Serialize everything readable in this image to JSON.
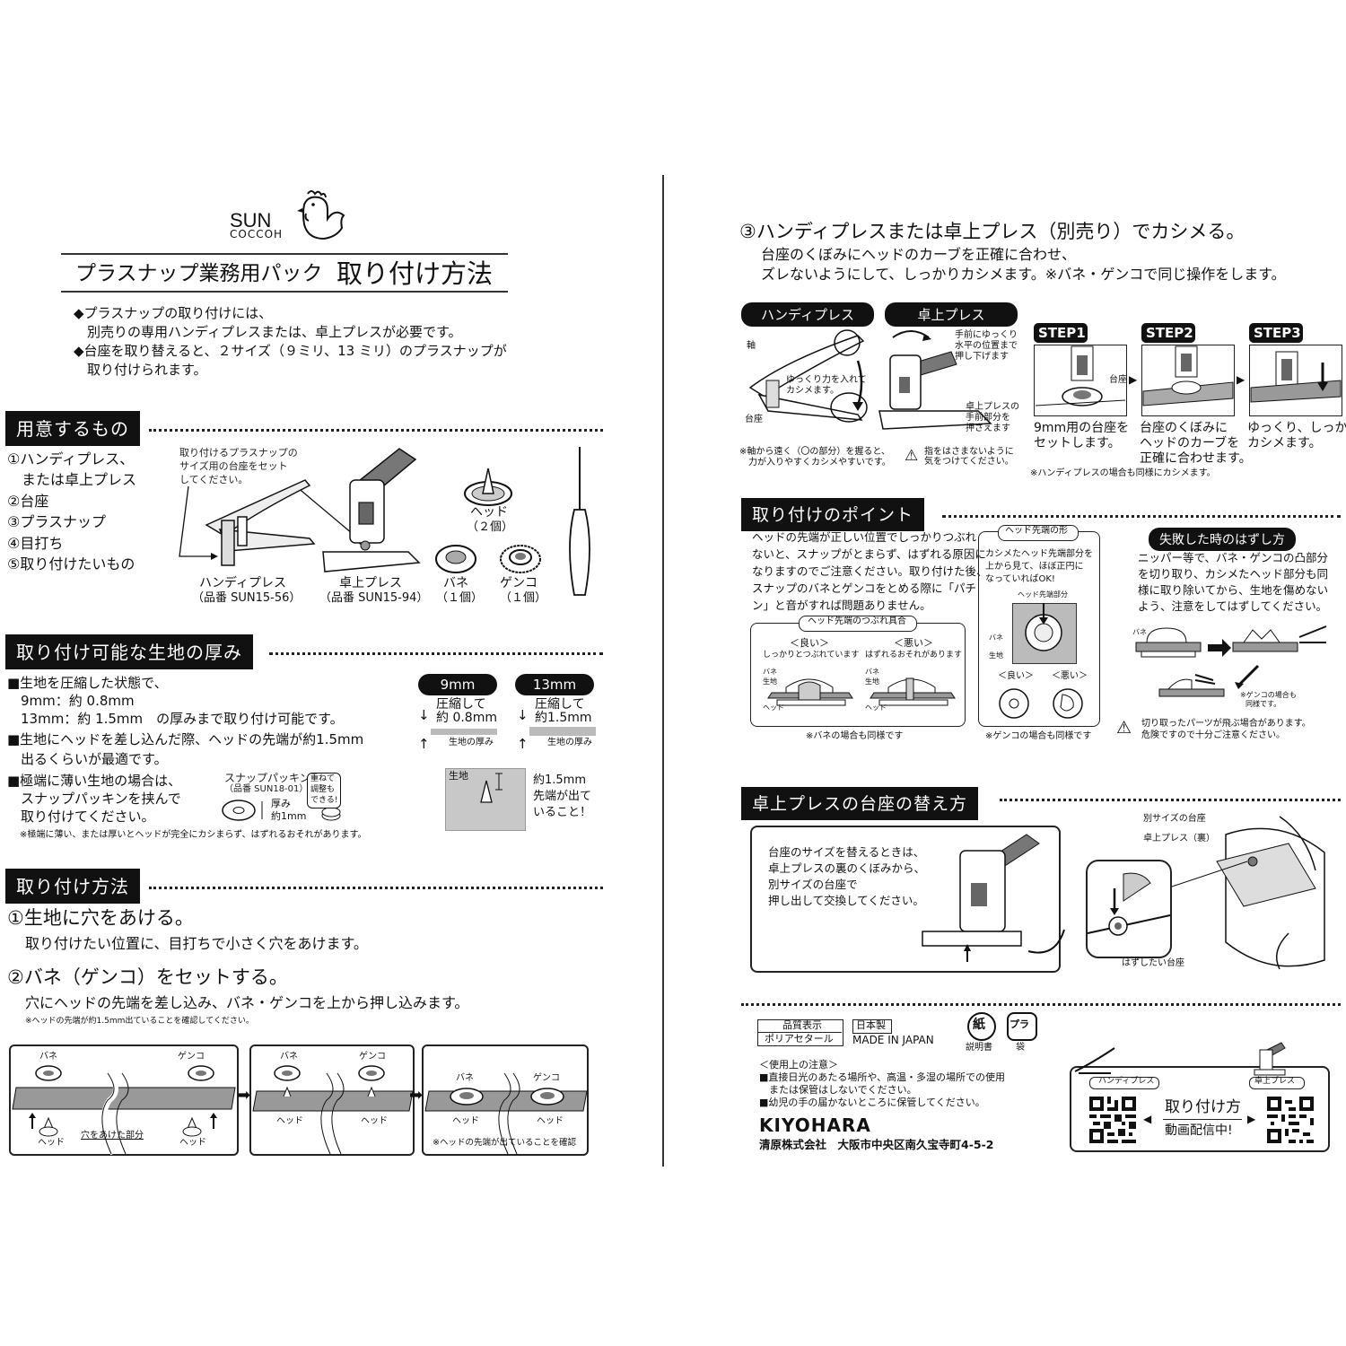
{
  "logo": {
    "line1": "SUN",
    "line2": "COCCOH"
  },
  "title": {
    "product": "プラスナップ業務用パック",
    "main": "取り付け方法"
  },
  "intro": [
    "◆プラスナップの取り付けには、",
    "　別売りの専用ハンディプレスまたは、卓上プレスが必要です。",
    "◆台座を取り替えると、２サイズ（９ミリ、13 ミリ）のプラスナップが",
    "　取り付けられます。"
  ],
  "sec1": {
    "label": "用意するもの",
    "items": [
      "①ハンディプレス、",
      "　または卓上プレス",
      "②台座",
      "③プラスナップ",
      "④目打ち",
      "⑤取り付けたいもの"
    ],
    "callout": [
      "取り付けるプラスナップの",
      "サイズ用の台座をセット",
      "してください。"
    ],
    "handy": {
      "name": "ハンディプレス",
      "code": "（品番 SUN15-56）"
    },
    "table": {
      "name": "卓上プレス",
      "code": "（品番 SUN15-94）"
    },
    "head": {
      "name": "ヘッド",
      "qty": "（２個）"
    },
    "bane": {
      "name": "バネ",
      "qty": "（１個）"
    },
    "genko": {
      "name": "ゲンコ",
      "qty": "（１個）"
    }
  },
  "sec2": {
    "label": "取り付け可能な生地の厚み",
    "lines": [
      "■生地を圧縮した状態で、",
      "　9mm：約 0.8mm",
      "　13mm：約 1.5mm　の厚みまで取り付け可能です。",
      "■生地にヘッドを差し込んだ際、ヘッドの先端が約1.5mm",
      "　出るくらいが最適です。",
      "■極端に薄い生地の場合は、",
      "　スナップパッキンを挟んで",
      "　取り付けてください。"
    ],
    "note": "※極端に薄い、または厚いとヘッドが完全にカシまらず、はずれるおそれがあります。",
    "packing": {
      "name": "スナップパッキン",
      "code": "（品番 SUN18-01）",
      "thick1": "厚み",
      "thick2": "約1mm",
      "bubble": [
        "重ねて",
        "調整も",
        "できる!"
      ]
    },
    "size9": {
      "pill": "9mm",
      "l1": "圧縮して",
      "l2": "約 0.8mm",
      "thick": "生地の厚み"
    },
    "size13": {
      "pill": "13mm",
      "l1": "圧縮して",
      "l2": "約1.5mm",
      "thick": "生地の厚み"
    },
    "fabric": "生地",
    "tip": [
      "約1.5mm",
      "先端が出て",
      "いること！"
    ]
  },
  "sec3": {
    "label": "取り付け方法",
    "step1": {
      "title": "①生地に穴をあける。",
      "desc": "取り付けたい位置に、目打ちで小さく穴をあけます。"
    },
    "step2": {
      "title": "②バネ（ゲンコ）をセットする。",
      "desc": "穴にヘッドの先端を差し込み、バネ・ゲンコを上から押し込みます。",
      "note": "※ヘッドの先端が約1.5mm出ていることを確認してください。"
    },
    "fig": {
      "bane": "バネ",
      "genko": "ゲンコ",
      "head": "ヘッド",
      "hole": "穴をあけた部分",
      "confirm": "※ヘッドの先端が出ていることを確認"
    }
  },
  "step3": {
    "title": "③ハンディプレスまたは卓上プレス（別売り）でカシメる。",
    "desc1": "台座のくぼみにヘッドのカーブを正確に合わせ、",
    "desc2": "ズレないようにして、しっかりカシメます。※バネ・ゲンコで同じ操作をします。",
    "handy_pill": "ハンディプレス",
    "table_pill": "卓上プレス",
    "axis": "軸",
    "base": "台座",
    "slow": [
      "ゆっくり力を入れて",
      "カシメます。"
    ],
    "handy_note": [
      "※軸から遠く（〇の部分）を握ると、",
      "　力が入りやすくカシメやすいです。"
    ],
    "pull": [
      "手前にゆっくり",
      "水平の位置まで",
      "押し下げます"
    ],
    "hold": [
      "卓上プレスの",
      "手前部分を",
      "押さえます"
    ],
    "finger": [
      "指をはさまないように",
      "気をつけてください。"
    ],
    "steps": [
      {
        "label": "STEP1",
        "desc": [
          "9mm用の台座を",
          "セットします。"
        ]
      },
      {
        "label": "STEP2",
        "desc": [
          "台座のくぼみに",
          "ヘッドのカーブを",
          "正確に合わせます。"
        ]
      },
      {
        "label": "STEP3",
        "desc": [
          "ゆっくり、しっかり",
          "カシメます。"
        ]
      }
    ],
    "daiza": "台座",
    "steps_note": "※ハンディプレスの場合も同様にカシメます。"
  },
  "points": {
    "label": "取り付けのポイント",
    "text": [
      "ヘッドの先端が正しい位置でしっかりつぶれ",
      "ないと、スナップがとまらず、はずれる原因に",
      "なりますのでご注意ください。取り付けた後、",
      "スナップのバネとゲンコをとめる際に「パチ",
      "ン」と音がすれば問題ありません。"
    ],
    "crush_title": "ヘッド先端のつぶれ具合",
    "good": "＜良い＞",
    "good_sub": "しっかりとつぶれています",
    "bad": "＜悪い＞",
    "bad_sub": "はずれるおそれがあります",
    "bane": "バネ",
    "kiji": "生地",
    "head": "ヘッド",
    "bane_note": "※バネの場合も同様です",
    "shape_title": "ヘッド先端の形",
    "shape_text": [
      "カシメたヘッド先端部分を",
      "上から見て、ほぼ正円に",
      "なっていればOK!"
    ],
    "shape_part": "ヘッド先端部分",
    "good2": "＜良い＞",
    "bad2": "＜悪い＞",
    "genko_note": "※ゲンコの場合も同様です",
    "fail_pill": "失敗した時のはずし方",
    "fail_text": [
      "ニッパー等で、バネ・ゲンコの凸部分",
      "を切り取り、カシメたヘッド部分も同",
      "様に取り除いてから、生地を傷めない",
      "よう、注意をしてはずしてください。"
    ],
    "fail_genko": [
      "※ゲンコの場合も",
      "同様です。"
    ],
    "fail_warn": [
      "切り取ったパーツが飛ぶ場合があります。",
      "危険ですので十分ご注意ください。"
    ]
  },
  "replace": {
    "label": "卓上プレスの台座の替え方",
    "text": [
      "台座のサイズを替えるときは、",
      "卓上プレスの裏のくぼみから、",
      "別サイズの台座で",
      "押し出して交換してください。"
    ],
    "other": "別サイズの台座",
    "back": "卓上プレス（裏）",
    "remove": "はずしたい台座"
  },
  "footer": {
    "quality1": "品質表示",
    "quality2": "ポリアセタール",
    "made1": "日本製",
    "made2": "MADE IN JAPAN",
    "paper_mark": "紙",
    "paper": "説明書",
    "pla_mark": "プラ",
    "bag": "袋",
    "caution_title": "＜使用上の注意＞",
    "caution": [
      "■直接日光のあたる場所や、高温・多湿の場所での使用",
      "　または保管はしないでください。",
      "■幼児の手の届かないところに保管してください。"
    ],
    "company": "KIYOHARA",
    "address": "清原株式会社　大阪市中央区南久宝寺町4-5-2",
    "video1": "取り付け方",
    "video2": "動画配信中!",
    "qr_handy": "ハンディプレス",
    "qr_table": "卓上プレス"
  }
}
